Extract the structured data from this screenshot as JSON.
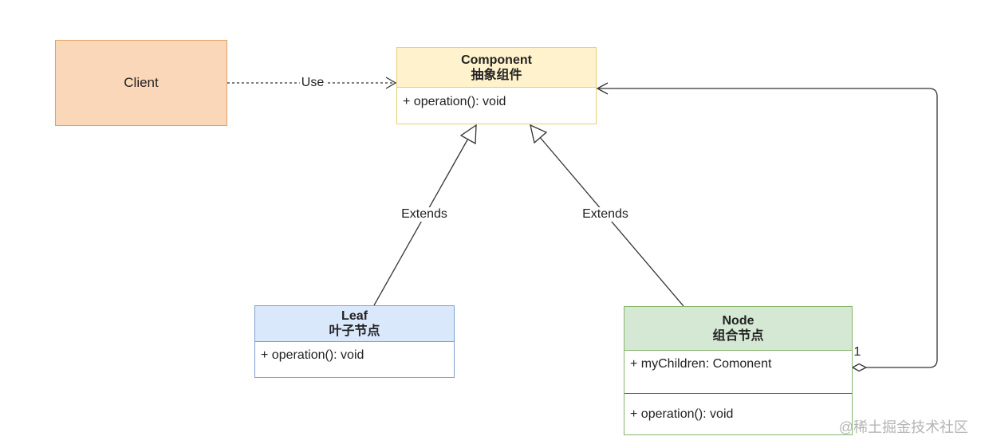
{
  "boxes": {
    "client": {
      "name": "Client"
    },
    "component": {
      "title": "Component",
      "subtitle": "抽象组件",
      "operation": "+ operation(): void"
    },
    "leaf": {
      "title": "Leaf",
      "subtitle": "叶子节点",
      "operation": "+ operation(): void"
    },
    "node": {
      "title": "Node",
      "subtitle": "组合节点",
      "attribute": "+ myChildren: Comonent",
      "operation": "+ operation(): void"
    }
  },
  "relations": {
    "use_label": "Use",
    "extends_leaf_label": "Extends",
    "extends_node_label": "Extends",
    "multiplicity": "1"
  },
  "watermark": "@稀土掘金技术社区"
}
